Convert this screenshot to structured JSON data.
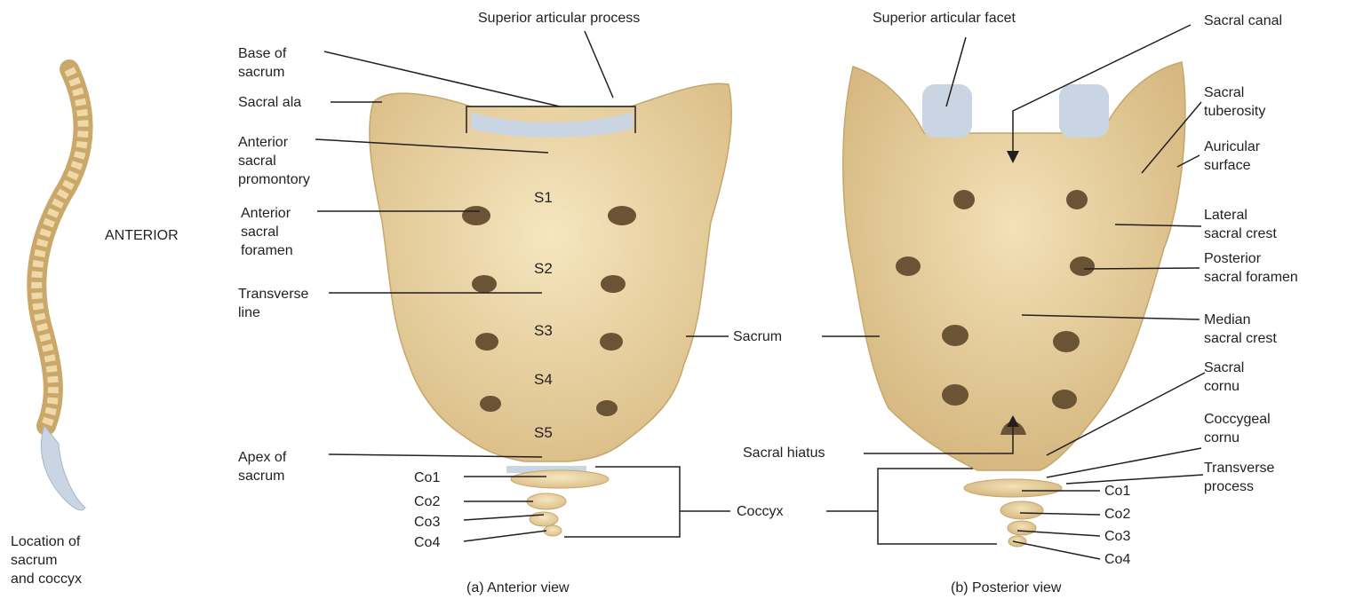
{
  "spine": {
    "label": "ANTERIOR",
    "caption": "Location of\nsacrum\nand coccyx"
  },
  "anterior": {
    "caption": "(a) Anterior view",
    "labels": {
      "superior_articular_process": "Superior articular process",
      "base_of_sacrum": "Base of\nsacrum",
      "sacral_ala": "Sacral ala",
      "anterior_sacral_promontory": "Anterior\nsacral\npromontory",
      "anterior_sacral_foramen": "Anterior\nsacral\nforamen",
      "transverse_line": "Transverse\nline",
      "apex_of_sacrum": "Apex of\nsacrum",
      "co1": "Co1",
      "co2": "Co2",
      "co3": "Co3",
      "co4": "Co4"
    },
    "segments": {
      "s1": "S1",
      "s2": "S2",
      "s3": "S3",
      "s4": "S4",
      "s5": "S5"
    }
  },
  "middle": {
    "sacrum": "Sacrum",
    "coccyx": "Coccyx",
    "sacral_hiatus": "Sacral hiatus"
  },
  "posterior": {
    "caption": "(b) Posterior view",
    "labels": {
      "superior_articular_facet": "Superior articular facet",
      "sacral_canal": "Sacral canal",
      "sacral_tuberosity": "Sacral\ntuberosity",
      "auricular_surface": "Auricular\nsurface",
      "lateral_sacral_crest": "Lateral\nsacral crest",
      "posterior_sacral_foramen": "Posterior\nsacral foramen",
      "median_sacral_crest": "Median\nsacral crest",
      "sacral_cornu": "Sacral\ncornu",
      "coccygeal_cornu": "Coccygeal\ncornu",
      "transverse_process": "Transverse\nprocess",
      "co1": "Co1",
      "co2": "Co2",
      "co3": "Co3",
      "co4": "Co4"
    }
  },
  "colors": {
    "bone": "#efd9a8",
    "bone_shadow": "#d4b57a",
    "cartilage": "#c9d5e3",
    "line": "#231f20"
  }
}
